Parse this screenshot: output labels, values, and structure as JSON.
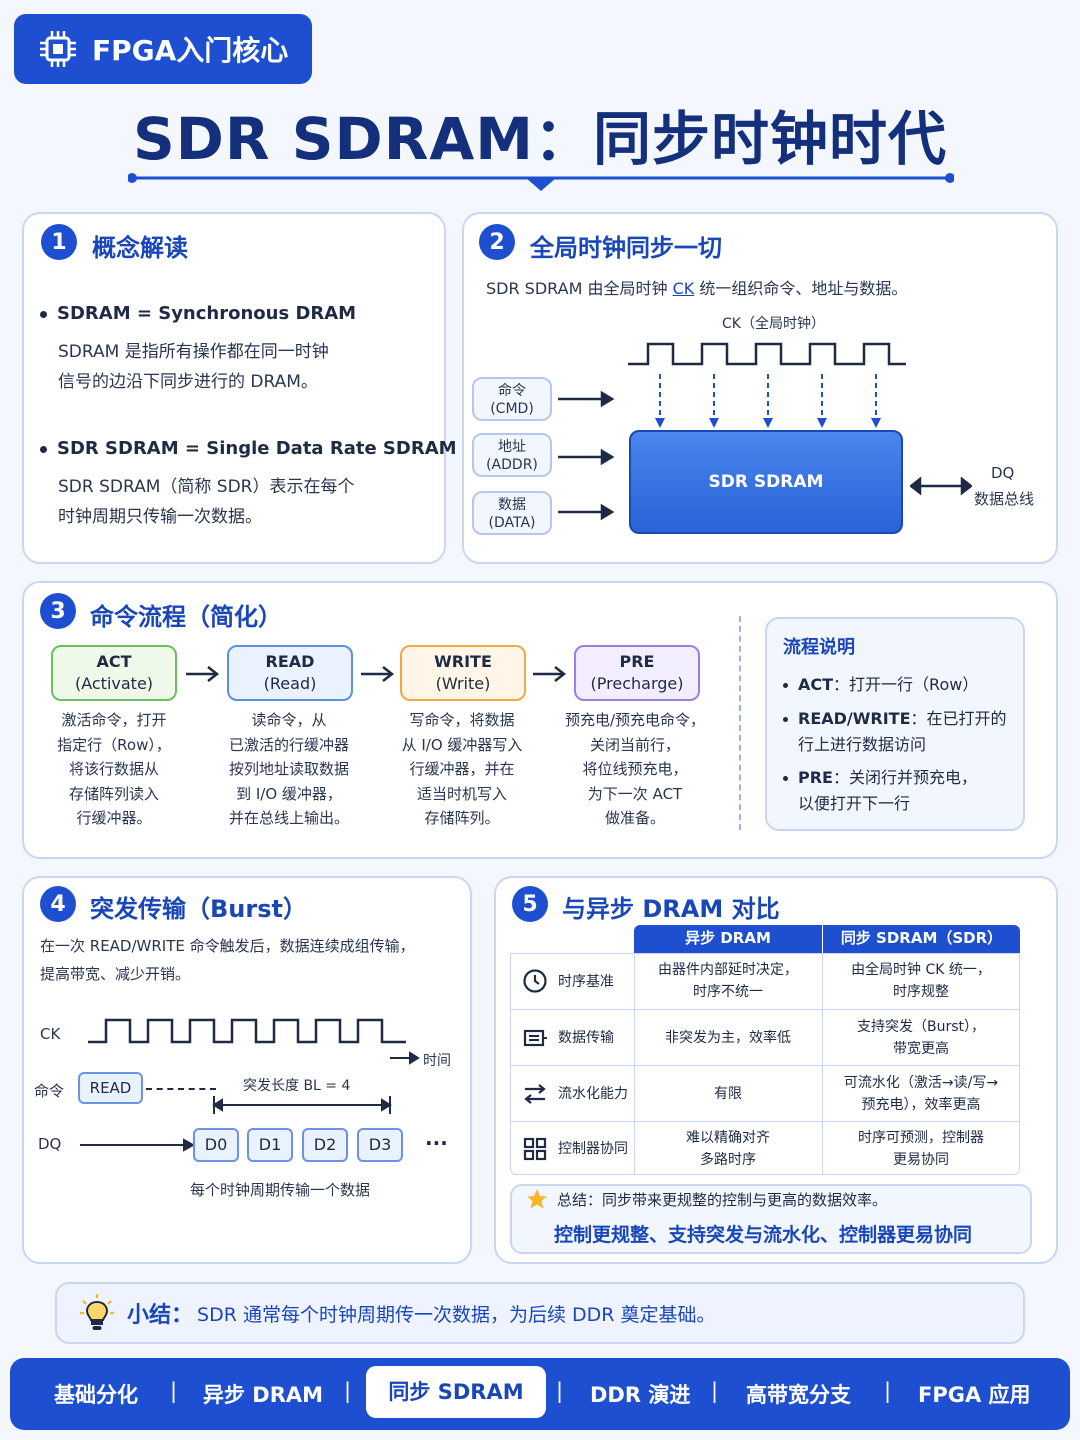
{
  "badge": {
    "label": "FPGA入门核心",
    "icon": "chip-icon"
  },
  "title": "SDR SDRAM：同步时钟时代",
  "s1": {
    "num": "1",
    "title": "概念解读",
    "b1": "SDRAM = Synchronous DRAM",
    "b1_text1": "SDRAM 是指所有操作都在同一时钟",
    "b1_text2": "信号的边沿下同步进行的 DRAM。",
    "b2": "SDR SDRAM = Single Data Rate SDRAM",
    "b2_text1": "SDR SDRAM（简称 SDR）表示在每个",
    "b2_text2": "时钟周期只传输一次数据。"
  },
  "s2": {
    "num": "2",
    "title": "全局时钟同步一切",
    "desc_pre": "SDR SDRAM 由全局时钟 ",
    "desc_ck": "CK",
    "desc_post": " 统一组织命令、地址与数据。",
    "ck_label": "CK（全局时钟）",
    "cmd": [
      "命令",
      "(CMD)"
    ],
    "addr": [
      "地址",
      "(ADDR)"
    ],
    "data": [
      "数据",
      "(DATA)"
    ],
    "chip": "SDR SDRAM",
    "dq1": "DQ",
    "dq2": "数据总线"
  },
  "s3": {
    "num": "3",
    "title": "命令流程（简化）",
    "cmds": [
      {
        "name": "ACT",
        "sub": "(Activate)",
        "color": "#6cbf5e",
        "bg": "#eef9ea",
        "desc": [
          "激活命令，打开",
          "指定行（Row），",
          "将该行数据从",
          "存储阵列读入",
          "行缓冲器。"
        ]
      },
      {
        "name": "READ",
        "sub": "(Read)",
        "color": "#5b8fe3",
        "bg": "#eaf1ff",
        "desc": [
          "读命令，从",
          "已激活的行缓冲器",
          "按列地址读取数据",
          "到 I/O 缓冲器，",
          "并在总线上输出。"
        ]
      },
      {
        "name": "WRITE",
        "sub": "(Write)",
        "color": "#f0a944",
        "bg": "#fff6e8",
        "desc": [
          "写命令，将数据",
          "从 I/O 缓冲器写入",
          "行缓冲器，并在",
          "适当时机写入",
          "存储阵列。"
        ]
      },
      {
        "name": "PRE",
        "sub": "(Precharge)",
        "color": "#9a7ee0",
        "bg": "#f3eeff",
        "desc": [
          "预充电/预充电命令，",
          "关闭当前行，",
          "将位线预充电，",
          "为下一次 ACT",
          "做准备。"
        ]
      }
    ],
    "flow_title": "流程说明",
    "flow1_b": "ACT",
    "flow1": "：打开一行（Row）",
    "flow2_b": "READ/WRITE",
    "flow2a": "：在已打开的",
    "flow2b": "行上进行数据访问",
    "flow3_b": "PRE",
    "flow3a": "：关闭行并预充电，",
    "flow3b": "以便打开下一行"
  },
  "s4": {
    "num": "4",
    "title": "突发传输（Burst）",
    "desc1": "在一次 READ/WRITE 命令触发后，数据连续成组传输，",
    "desc2": "提高带宽、减少开销。",
    "ck": "CK",
    "time": "时间",
    "cmd": "命令",
    "read": "READ",
    "bl": "突发长度 BL = 4",
    "dq": "DQ",
    "d": [
      "D0",
      "D1",
      "D2",
      "D3"
    ],
    "dots": "···",
    "note": "每个时钟周期传输一个数据"
  },
  "s5": {
    "num": "5",
    "title": "与异步 DRAM 对比",
    "col1": "异步 DRAM",
    "col2": "同步 SDRAM（SDR）",
    "rows": [
      {
        "icon": "clock-icon",
        "label": "时序基准",
        "a": [
          "由器件内部延时决定，",
          "时序不统一"
        ],
        "b": [
          "由全局时钟 CK 统一，",
          "时序规整"
        ]
      },
      {
        "icon": "transfer-icon",
        "label": "数据传输",
        "a": [
          "非突发为主，效率低"
        ],
        "b": [
          "支持突发（Burst），",
          "带宽更高"
        ]
      },
      {
        "icon": "pipeline-icon",
        "label": "流水化能力",
        "a": [
          "有限"
        ],
        "b": [
          "可流水化（激活→读/写→",
          "预充电），效率更高"
        ]
      },
      {
        "icon": "grid-icon",
        "label": "控制器协同",
        "a": [
          "难以精确对齐",
          "多路时序"
        ],
        "b": [
          "时序可预测，控制器",
          "更易协同"
        ]
      }
    ],
    "sum1": "总结：同步带来更规整的控制与更高的数据效率。",
    "sum2": "控制更规整、支持突发与流水化、控制器更易协同"
  },
  "tip": {
    "label": "小结：",
    "text": "SDR 通常每个时钟周期传一次数据，为后续 DDR 奠定基础。"
  },
  "nav": {
    "items": [
      "基础分化",
      "异步 DRAM",
      "同步 SDRAM",
      "DDR 演进",
      "高带宽分支",
      "FPGA 应用"
    ],
    "sep": "|"
  }
}
